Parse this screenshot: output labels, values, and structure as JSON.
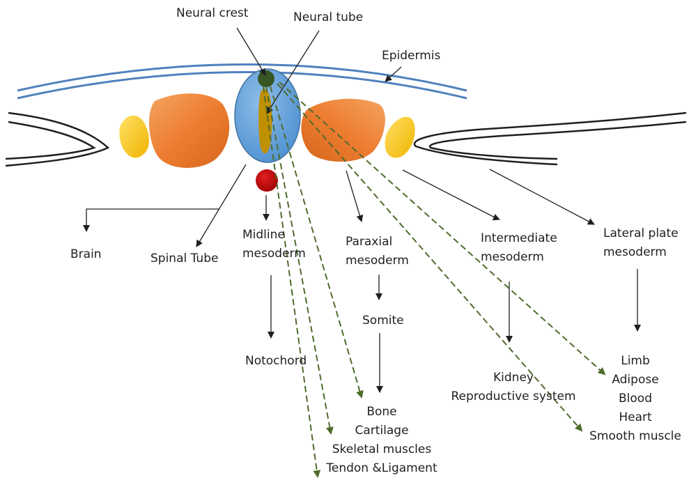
{
  "labels": {
    "neural_crest": "Neural crest",
    "neural_tube": "Neural tube",
    "epidermis": "Epidermis",
    "brain": "Brain",
    "spinal_tube": "Spinal Tube",
    "midline_mesoderm": [
      "Midline",
      "mesoderm"
    ],
    "paraxial_mesoderm": [
      "Paraxial",
      "mesoderm"
    ],
    "intermediate_mesoderm": [
      "Intermediate",
      "mesoderm"
    ],
    "lateral_plate_mesoderm": [
      "Lateral plate",
      "mesoderm"
    ],
    "somite": "Somite",
    "notochord": "Notochord",
    "paraxial_derivatives": [
      "Bone",
      "Cartilage",
      "Skeletal muscles",
      "Tendon &Ligament"
    ],
    "intermediate_derivatives": [
      "Kidney",
      "Reproductive system"
    ],
    "lateral_derivatives": [
      "Limb",
      "Adipose",
      "Blood",
      "Heart",
      "Smooth muscle"
    ]
  },
  "colors": {
    "epidermis_line": "#4f81bd",
    "neural_tube_fill": "#5b9bd5",
    "neural_tube_stroke": "#41719c",
    "inner_tube_fill": "#bf9000",
    "neural_crest_fill": "#375623",
    "somite_fill": "#ed7d31",
    "lateral_fill": "#ffc000",
    "notochord_fill": "#c00000",
    "solid_arrow": "#1f1f1f",
    "dashed_arrow": "#4e6b2c",
    "text": "#1f1f1f"
  }
}
